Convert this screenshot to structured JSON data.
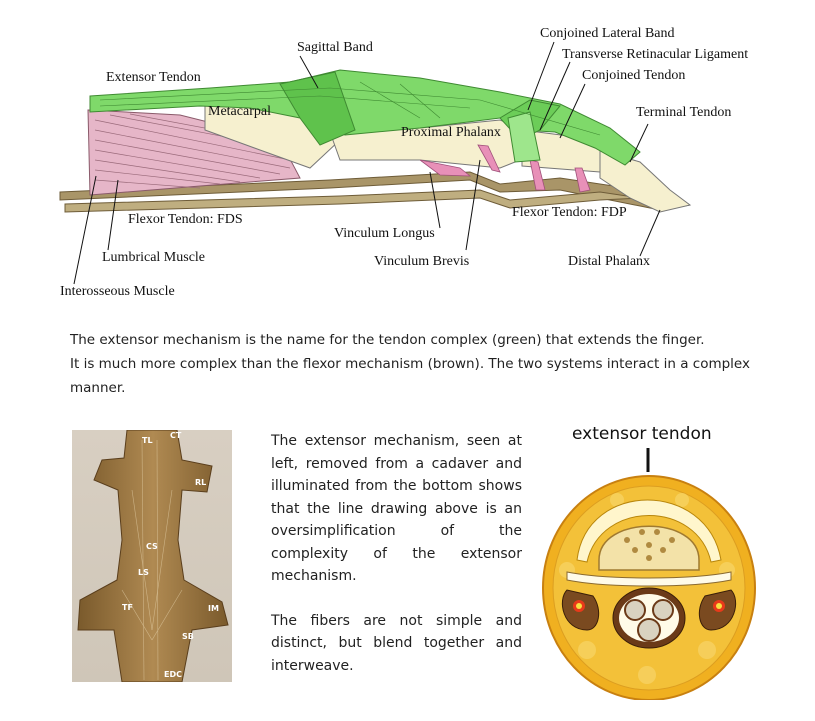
{
  "diagram": {
    "labels": {
      "extensor_tendon": "Extensor Tendon",
      "sagittal_band": "Sagittal Band",
      "metacarpal": "Metacarpal",
      "conjoined_lateral_band": "Conjoined Lateral Band",
      "transverse_retinacular_ligament": "Transverse Retinacular Ligament",
      "conjoined_tendon": "Conjoined Tendon",
      "terminal_tendon": "Terminal Tendon",
      "proximal_phalanx": "Proximal Phalanx",
      "flexor_tendon_fds": "Flexor Tendon: FDS",
      "flexor_tendon_fdp": "Flexor Tendon: FDP",
      "vinculum_longus": "Vinculum Longus",
      "vinculum_brevis": "Vinculum Brevis",
      "lumbrical_muscle": "Lumbrical Muscle",
      "distal_phalanx": "Distal Phalanx",
      "interosseous_muscle": "Interosseous Muscle"
    },
    "colors": {
      "extensor": "#7fd96a",
      "extensor_dark": "#4fb040",
      "flexor": "#9a8a60",
      "bone": "#f6f0cf",
      "muscle": "#e6b6c8",
      "vinculum": "#e890b8"
    }
  },
  "intro": {
    "line1": "The extensor mechanism is the name for the tendon complex (green) that extends the finger.",
    "line2": "It is much more complex than the flexor mechanism (brown). The two systems interact in a complex manner."
  },
  "photo": {
    "labels": {
      "tl": "TL",
      "ct": "CT",
      "rl": "RL",
      "cs": "CS",
      "ls": "LS",
      "tf": "TF",
      "im": "IM",
      "sb": "SB",
      "edc": "EDC"
    }
  },
  "side_text": {
    "para1": "The extensor mechanism, seen at left, removed from a cadaver and illuminated from the bottom shows that the line drawing above is an oversimplification of the complexity of the extensor mechanism.",
    "para2": "The fibers are not simple and distinct, but blend together and interweave."
  },
  "cross_section": {
    "label": "extensor tendon",
    "colors": {
      "outer": "#f0b020",
      "ring": "#e89a18",
      "bone": "#f3e2a8",
      "flexor": "#6b3a18"
    }
  }
}
